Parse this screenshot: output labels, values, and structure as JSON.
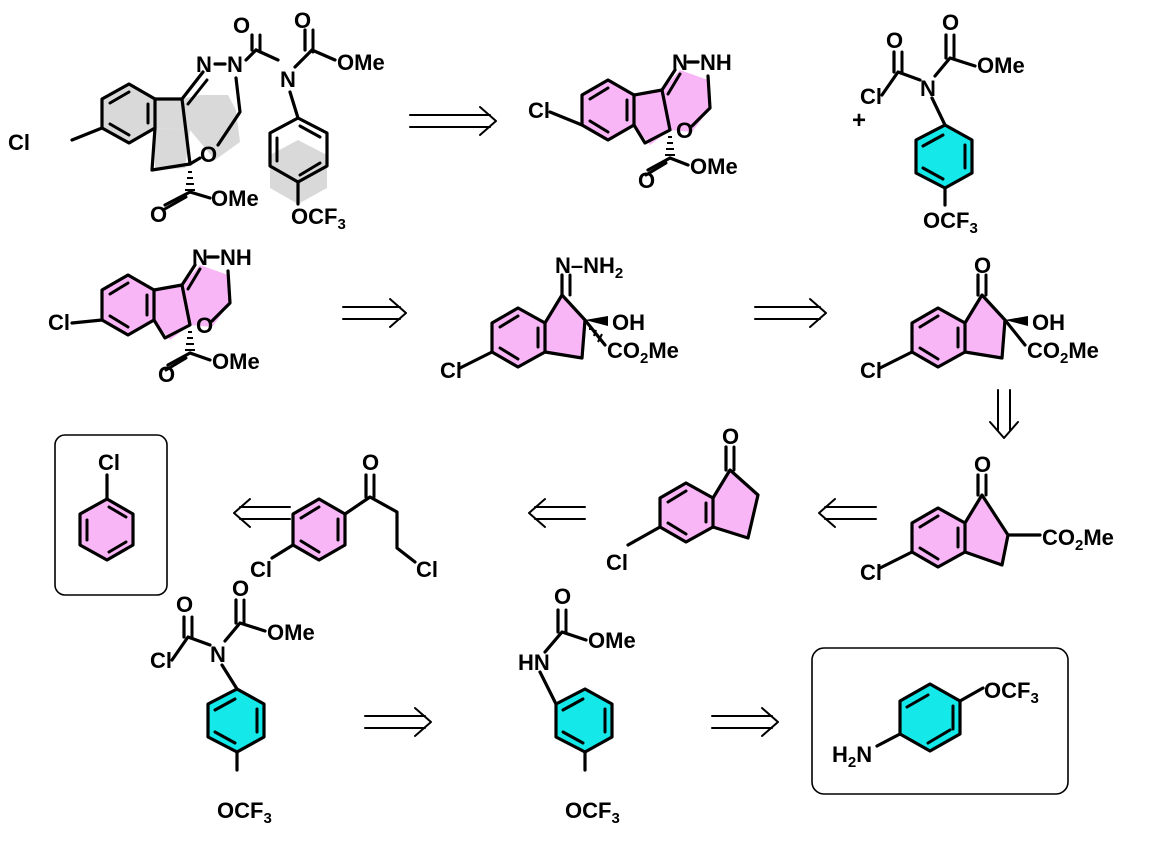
{
  "figure": {
    "title": "Retrosynthetic analysis",
    "colors": {
      "target_highlight": "#d9d9d9",
      "indanone_fragment": "#f9b6f6",
      "aryl_fragment": "#14e8e8"
    },
    "labels": {
      "cl": "Cl",
      "o": "O",
      "n": "N",
      "nh": "NH",
      "ome": "OMe",
      "oh": "OH",
      "ocf3": "OCF",
      "three": "3",
      "co2me_co": "CO",
      "two": "2",
      "co2me_me": "Me",
      "nh2_n": "N–NH",
      "hn": "HN",
      "h2n_h": "H",
      "h2n_n": "N",
      "plus": "+"
    },
    "molecules": [
      {
        "id": "target",
        "name": "Indoxacarb-type oxadiazine carbamate",
        "fragments": [
          "Cl",
          "N",
          "N",
          "O",
          "OMe",
          "O",
          "OMe",
          "OCF3"
        ]
      },
      {
        "id": "oxadiazine",
        "name": "Indeno-oxadiazine NH",
        "fragments": [
          "Cl",
          "N",
          "NH",
          "O",
          "O",
          "OMe"
        ]
      },
      {
        "id": "carbamoyl-chloride",
        "name": "N-aryl carbamoyl chloride",
        "fragments": [
          "Cl",
          "O",
          "O",
          "N",
          "OMe",
          "OCF3"
        ]
      },
      {
        "id": "hydrazone",
        "name": "Hydrazone",
        "fragments": [
          "N-NH2",
          "OH",
          "CO2Me",
          "Cl"
        ]
      },
      {
        "id": "hydroxy-ketoester",
        "name": "Hydroxy keto ester",
        "fragments": [
          "O",
          "OH",
          "CO2Me",
          "Cl"
        ]
      },
      {
        "id": "ketoester",
        "name": "Indanone ester",
        "fragments": [
          "O",
          "CO2Me",
          "Cl"
        ]
      },
      {
        "id": "indanone",
        "name": "5-Chloroindanone",
        "fragments": [
          "O",
          "Cl"
        ]
      },
      {
        "id": "chloropropiophenone",
        "name": "3-Chloro-1-(4-chlorophenyl)propan-1-one",
        "fragments": [
          "O",
          "Cl",
          "Cl"
        ]
      },
      {
        "id": "chlorobenzene",
        "name": "Chlorobenzene (starting material)",
        "fragments": [
          "Cl"
        ],
        "boxed": true
      },
      {
        "id": "carbamate",
        "name": "Methyl N-aryl carbamate",
        "fragments": [
          "HN",
          "O",
          "OMe",
          "OCF3"
        ]
      },
      {
        "id": "aniline",
        "name": "4-(Trifluoromethoxy)aniline (starting material)",
        "fragments": [
          "H2N",
          "OCF3"
        ],
        "boxed": true
      }
    ],
    "arrows": [
      {
        "from": "target",
        "to": "oxadiazine + carbamoyl-chloride",
        "type": "retrosynthetic"
      },
      {
        "from": "oxadiazine",
        "to": "hydrazone",
        "type": "retrosynthetic"
      },
      {
        "from": "hydrazone",
        "to": "hydroxy-ketoester",
        "type": "retrosynthetic"
      },
      {
        "from": "hydroxy-ketoester",
        "to": "ketoester",
        "type": "retrosynthetic"
      },
      {
        "from": "ketoester",
        "to": "indanone",
        "type": "retrosynthetic"
      },
      {
        "from": "indanone",
        "to": "chloropropiophenone",
        "type": "retrosynthetic"
      },
      {
        "from": "chloropropiophenone",
        "to": "chlorobenzene",
        "type": "retrosynthetic"
      },
      {
        "from": "carbamoyl-chloride",
        "to": "carbamate",
        "type": "retrosynthetic"
      },
      {
        "from": "carbamate",
        "to": "aniline",
        "type": "retrosynthetic"
      }
    ]
  }
}
